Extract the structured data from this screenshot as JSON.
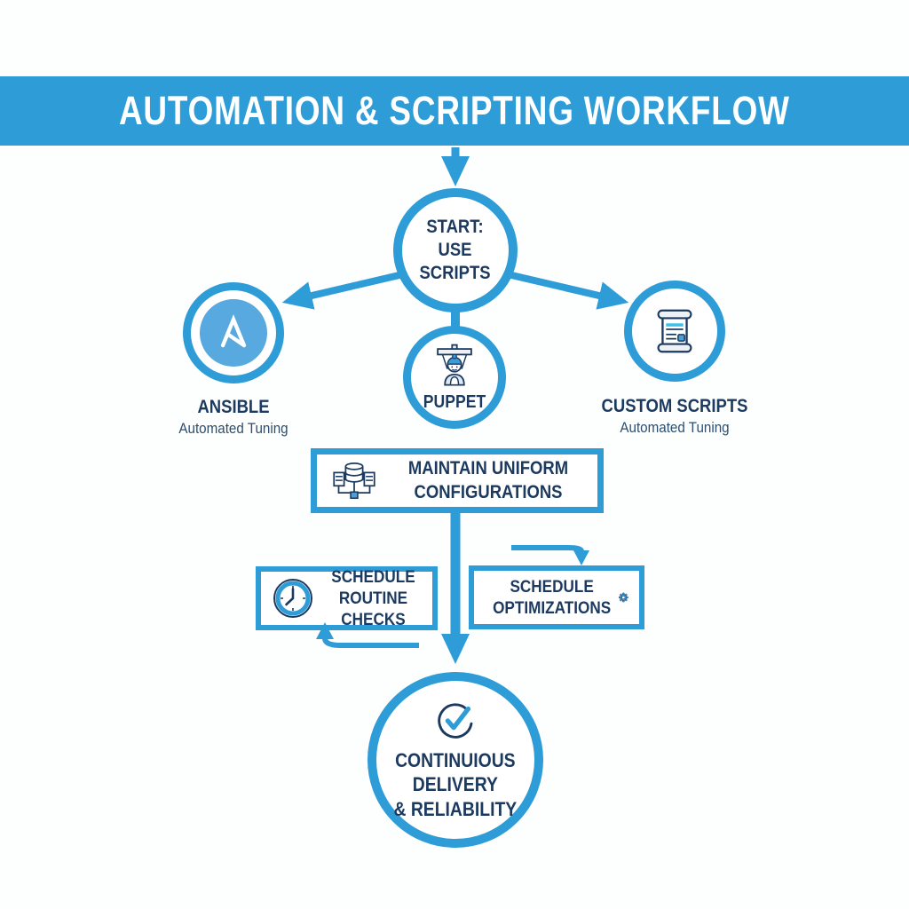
{
  "colors": {
    "accent": "#2d9cd7",
    "accent_fill": "#58a9df",
    "navy": "#1c3a5f",
    "sub_text": "#2e4e6d",
    "cyan_detail": "#3cc0e8",
    "background": "#ffffff"
  },
  "header": {
    "title": "AUTOMATION & SCRIPTING WORKFLOW"
  },
  "nodes": {
    "start": {
      "label": "START:\nUSE\nSCRIPTS"
    },
    "ansible": {
      "label": "ANSIBLE",
      "sublabel": "Automated Tuning",
      "icon": "ansible-logo-icon"
    },
    "puppet": {
      "label": "PUPPET",
      "icon": "puppet-marionette-icon"
    },
    "custom_scripts": {
      "label": "CUSTOM SCRIPTS",
      "sublabel": "Automated Tuning",
      "icon": "scroll-document-icon"
    },
    "maintain_configs": {
      "label": "MAINTAIN UNIFORM\nCONFIGURATIONS",
      "icon": "server-stack-icon"
    },
    "routine_checks": {
      "label": "SCHEDULE\nROUTINE CHECKS",
      "icon": "clock-icon"
    },
    "optimizations": {
      "label": "SCHEDULE\nOPTIMIZATIONS",
      "icon": "gear-icon"
    },
    "end": {
      "label": "CONTINUIOUS\nDELIVERY\n& RELIABILITY",
      "icon": "check-circle-icon"
    }
  },
  "icons": {
    "ansible-logo-icon": "stylized-A-in-filled-circle",
    "puppet-marionette-icon": "marionette-boy-with-cap",
    "scroll-document-icon": "scroll-with-text-lines",
    "server-stack-icon": "server-cluster-with-network-node",
    "clock-icon": "analog-clock",
    "gear-icon": "cog-wheel",
    "check-circle-icon": "checkmark-in-open-circle",
    "arrow-down-icon": "▼"
  }
}
